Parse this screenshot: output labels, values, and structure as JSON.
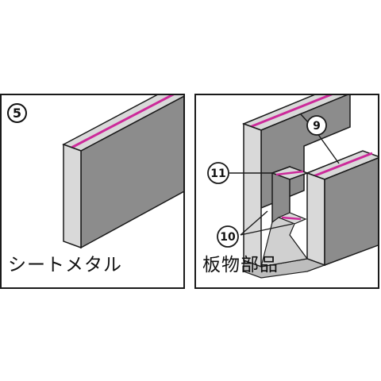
{
  "left_panel": {
    "badge": "5",
    "caption": "シートメタル"
  },
  "right_panel": {
    "caption": "板物部品",
    "callouts": [
      "9",
      "11",
      "10"
    ]
  },
  "colors": {
    "face_dark": "#8c8c8c",
    "face_light": "#d5d5d5",
    "edge_pink": "#cc2a9a",
    "outline": "#1a1a1a"
  },
  "icons": {
    "left": "sheet-metal-plate-icon",
    "right": "u-channel-part-icon"
  }
}
